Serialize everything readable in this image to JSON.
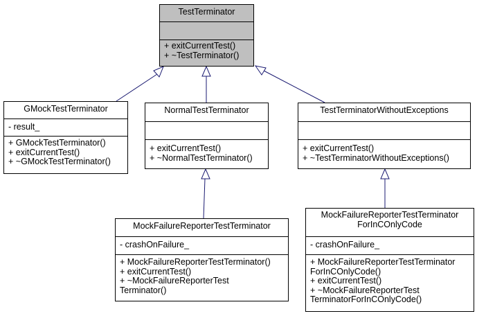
{
  "classes": {
    "test_terminator": {
      "name": "TestTerminator",
      "attributes": [],
      "methods": [
        "+ exitCurrentTest()",
        "+ ~TestTerminator()"
      ]
    },
    "gmock_test_terminator": {
      "name": "GMockTestTerminator",
      "attributes": [
        "- result_"
      ],
      "methods": [
        "+ GMockTestTerminator()",
        "+ exitCurrentTest()",
        "+ ~GMockTestTerminator()"
      ]
    },
    "normal_test_terminator": {
      "name": "NormalTestTerminator",
      "attributes": [],
      "methods": [
        "+ exitCurrentTest()",
        "+ ~NormalTestTerminator()"
      ]
    },
    "test_terminator_without_exceptions": {
      "name": "TestTerminatorWithoutExceptions",
      "attributes": [],
      "methods": [
        "+ exitCurrentTest()",
        "+ ~TestTerminatorWithoutExceptions()"
      ]
    },
    "mock_failure_reporter_test_terminator": {
      "name": "MockFailureReporterTestTerminator",
      "attributes": [
        "- crashOnFailure_"
      ],
      "methods": [
        "+ MockFailureReporterTestTerminator()",
        "+ exitCurrentTest()",
        "+ ~MockFailureReporterTest",
        "Terminator()"
      ]
    },
    "mock_failure_reporter_test_terminator_for_inc": {
      "name_lines": [
        "MockFailureReporterTestTerminator",
        "ForInCOnlyCode"
      ],
      "attributes": [
        "- crashOnFailure_"
      ],
      "methods": [
        "+ MockFailureReporterTestTerminator",
        "ForInCOnlyCode()",
        "+ exitCurrentTest()",
        "+ ~MockFailureReporterTest",
        "TerminatorForInCOnlyCode()"
      ]
    }
  },
  "inheritance": [
    {
      "child": "GMockTestTerminator",
      "parent": "TestTerminator"
    },
    {
      "child": "NormalTestTerminator",
      "parent": "TestTerminator"
    },
    {
      "child": "TestTerminatorWithoutExceptions",
      "parent": "TestTerminator"
    },
    {
      "child": "MockFailureReporterTestTerminator",
      "parent": "NormalTestTerminator"
    },
    {
      "child": "MockFailureReporterTestTerminatorForInCOnlyCode",
      "parent": "TestTerminatorWithoutExceptions"
    }
  ],
  "colors": {
    "edge": "#191970",
    "highlight_fill": "#bfbfbf",
    "border": "#000000"
  }
}
